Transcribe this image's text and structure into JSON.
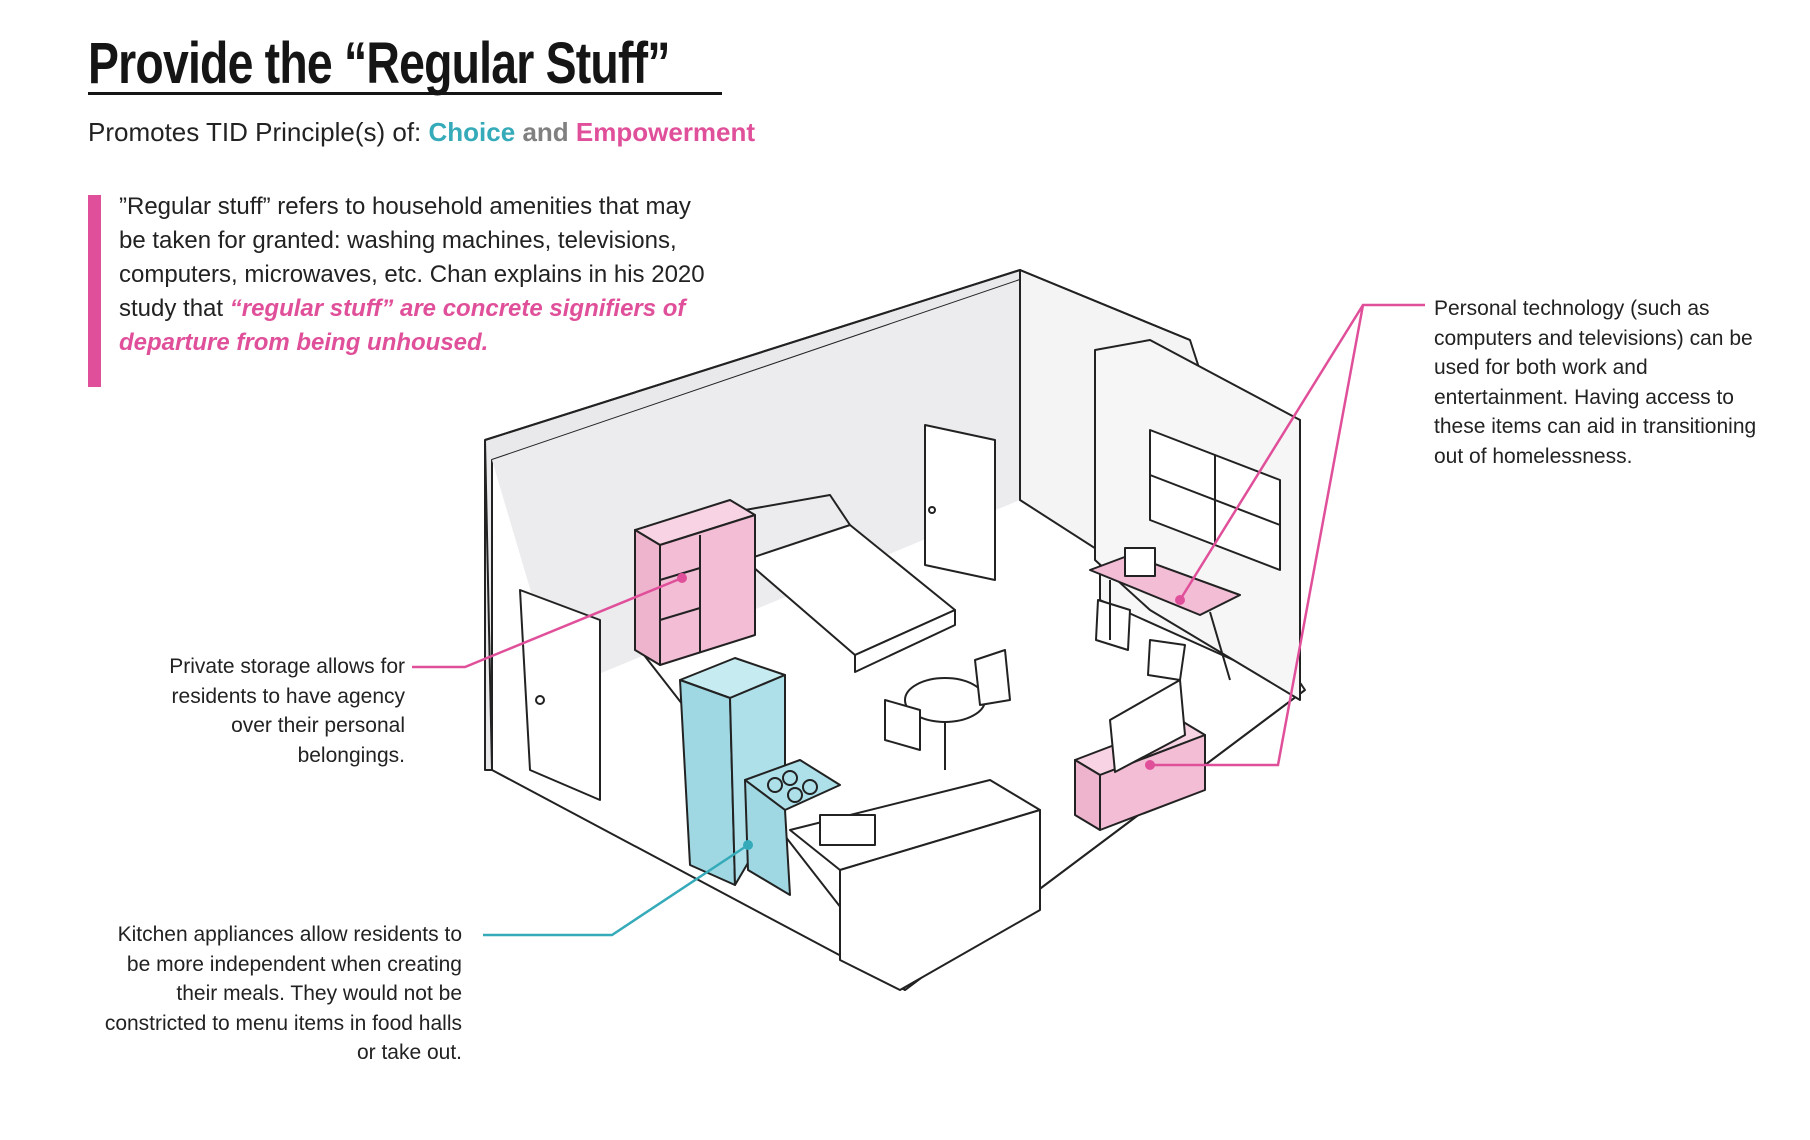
{
  "title": "Provide the “Regular Stuff”",
  "subtitle": {
    "prefix": "Promotes TID Principle(s) of: ",
    "choice": "Choice",
    "and": "and",
    "empowerment": "Empowerment"
  },
  "quote": {
    "plain": "”Regular stuff” refers to household amenities that may be taken for granted: washing machines, televisions, computers, microwaves, etc. Chan explains in his 2020 study that ",
    "emphasis": "“regular stuff” are concrete signifiers of departure from being unhoused."
  },
  "annotations": {
    "technology": "Personal technology (such as computers and televisions) can be used for both work and entertainment. Having access to these items can aid in transitioning out of homelessness.",
    "storage": "Private storage allows for residents to have agency over their personal belongings.",
    "kitchen": "Kitchen appliances allow residents to be more independent when creating their meals. They would not be constricted to menu items in food halls or take out."
  },
  "colors": {
    "pink": "#e0509a",
    "teal": "#35aab9",
    "pink_fill": "#f2bdd5",
    "teal_fill": "#aee0ea"
  }
}
